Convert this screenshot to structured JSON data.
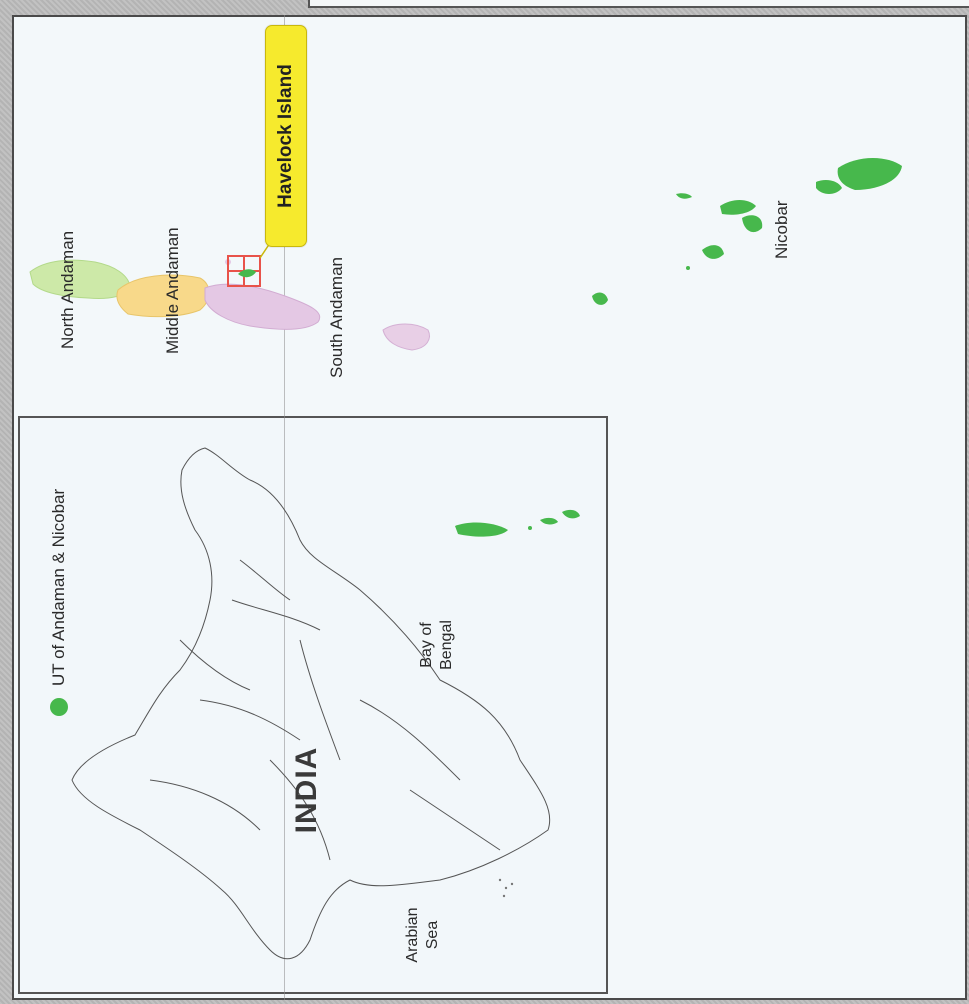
{
  "regions": {
    "north_andaman": "North Andaman",
    "middle_andaman": "Middle Andaman",
    "south_andaman": "South Andaman",
    "nicobar": "Nicobar"
  },
  "callout": {
    "label": "Havelock Island",
    "color": "#f6ea2d"
  },
  "inset": {
    "country_label": "INDIA",
    "sea_east": "Bay of\nBengal",
    "sea_west": "Arabian\nSea",
    "legend_label": "UT of Andaman & Nicobar"
  },
  "colors": {
    "north_andaman": "#cde9a8",
    "middle_andaman": "#f8d98a",
    "south_andaman": "#e4c8e4",
    "nicobar": "#47b84c",
    "marker": "#e8534a"
  }
}
